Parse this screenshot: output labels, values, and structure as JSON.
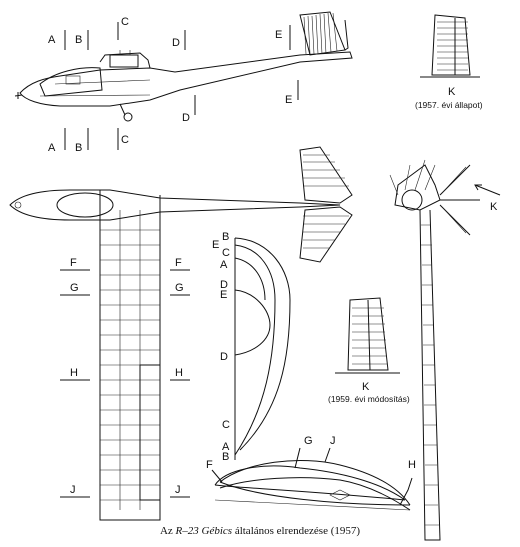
{
  "caption": {
    "prefix": "Az ",
    "designation": "R–23 Gébics",
    "suffix": " általános elrendezése (1957)"
  },
  "section_markers": {
    "a": "A",
    "b": "B",
    "c": "C",
    "d": "D",
    "e": "E",
    "f": "F",
    "g": "G",
    "h": "H",
    "j": "J",
    "k": "K"
  },
  "view_k_1957": {
    "label": "K",
    "note": "(1957. évi állapot)"
  },
  "view_k_1959": {
    "label": "K",
    "note": "(1959. évi módosítás)"
  },
  "profile_letters": {
    "top": "B",
    "e": "E",
    "c": "C",
    "a": "A",
    "d1": "D",
    "e2": "E",
    "d2": "D",
    "c2": "C",
    "a2": "A",
    "b2": "B"
  },
  "arrow_label": "K"
}
